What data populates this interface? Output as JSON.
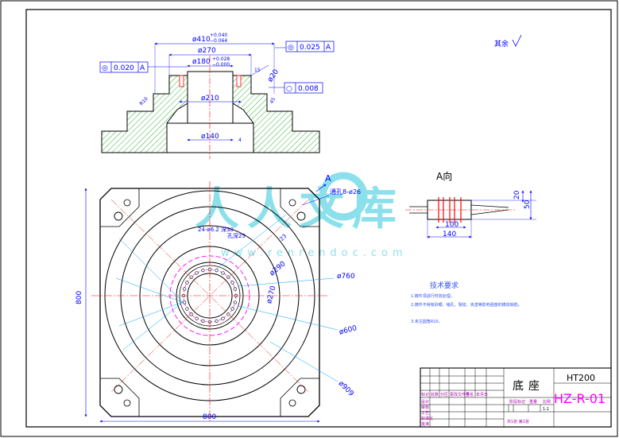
{
  "top_view": {
    "dims": {
      "d410": "ø410",
      "d410_tol_upper": "+0.040",
      "d410_tol_lower": "−0.064",
      "d270": "ø270",
      "d180": "ø180",
      "d180_tol_upper": "+0.028",
      "d180_tol_lower": "−0.000",
      "d210": "ø210",
      "d140": "ø140",
      "d20": "ø20",
      "r10": "R10",
      "r15": "15",
      "r45": "45",
      "c4": "4"
    },
    "tol_frames": [
      {
        "symbol": "◎",
        "value": "0.025",
        "datum": "A"
      },
      {
        "symbol": "◎",
        "value": "0.020",
        "datum": "A"
      },
      {
        "symbol": "○",
        "value": "0.008",
        "datum": ""
      }
    ]
  },
  "roughness_note": "其余 ",
  "main_view": {
    "section_letter": "A",
    "hole_note": "通孔8-ø26",
    "bolt_note_1": "24-ø6.2  深30",
    "bolt_note_2": "孔深25",
    "dims": {
      "d760": "ø760",
      "d290": "ø290",
      "d270": "ø270",
      "d600": "ø600",
      "d909": "ø909",
      "d23": "23",
      "h800": "800",
      "w800": "800"
    }
  },
  "a_view": {
    "title": "A向",
    "w100": "100",
    "w140": "140",
    "h20": "20",
    "h50": "50"
  },
  "tech_req": {
    "title": "技术要求",
    "items": [
      "1.铸件须进行时效处理。",
      "2.铸件不得有砂眼、缩孔、裂纹、夹渣等影响强度的铸造缺陷。",
      "3.未注圆角R10。"
    ]
  },
  "title_block": {
    "part_name": "底座",
    "material": "HT200",
    "drawing_no": "HZ-R-01",
    "scale": "1:1",
    "sheet_info": "共1张 第1张",
    "weight_label": "重量",
    "scale_label": "比例",
    "stage_label": "阶段标记",
    "rev_labels": [
      "标记",
      "处数",
      "分区",
      "更改文件号",
      "签名",
      "年月日"
    ],
    "role_labels": [
      "设计",
      "审核",
      "工艺",
      "标准化",
      "批准"
    ]
  },
  "watermark": {
    "brand": "人人文库",
    "url": "www.renrendoc.com"
  },
  "colors": {
    "outline": "#000000",
    "dimension": "#0000ff",
    "center_line": "#ff0000",
    "hidden_circle": "#ff00ff",
    "hatch": "#00a000",
    "watermark": "#00bcd4"
  }
}
